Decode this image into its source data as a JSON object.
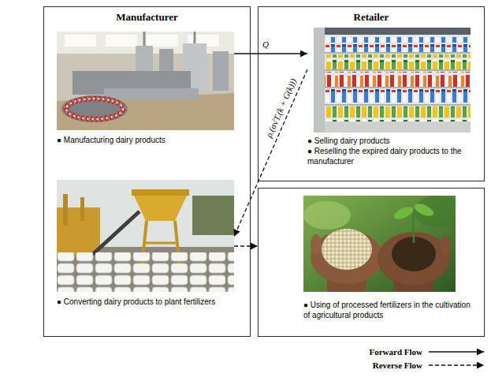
{
  "diagram": {
    "nodes": [
      {
        "text": [
          "Manufacturer"
        ]
      },
      {
        "text": [
          "● Manufacturing dairy products"
        ],
        "in": 0
      },
      {
        "text": [
          "● Converting dairy products to plant fertilizers"
        ],
        "in": 0
      },
      {
        "text": [
          "Retailer"
        ]
      },
      {
        "text": [
          "● Selling dairy products",
          "● Reselling the expired dairy products to the manufacturer"
        ],
        "in": 3
      },
      {
        "text": [
          "● Using of processed fertilizers in the cultivation of agricultural products"
        ]
      }
    ],
    "edges": [
      {
        "from": 1,
        "to": 4,
        "label": "Q",
        "arrow": "to"
      },
      {
        "from": 4,
        "to": 2,
        "label": "ρ.(σ√T.(k + G(k)))",
        "arrow": "to"
      },
      {
        "from": 2,
        "to": 5,
        "arrow": "to"
      }
    ],
    "legend": [
      {
        "text": "Forward Flow"
      },
      {
        "text": "Reverse Flow"
      }
    ]
  }
}
